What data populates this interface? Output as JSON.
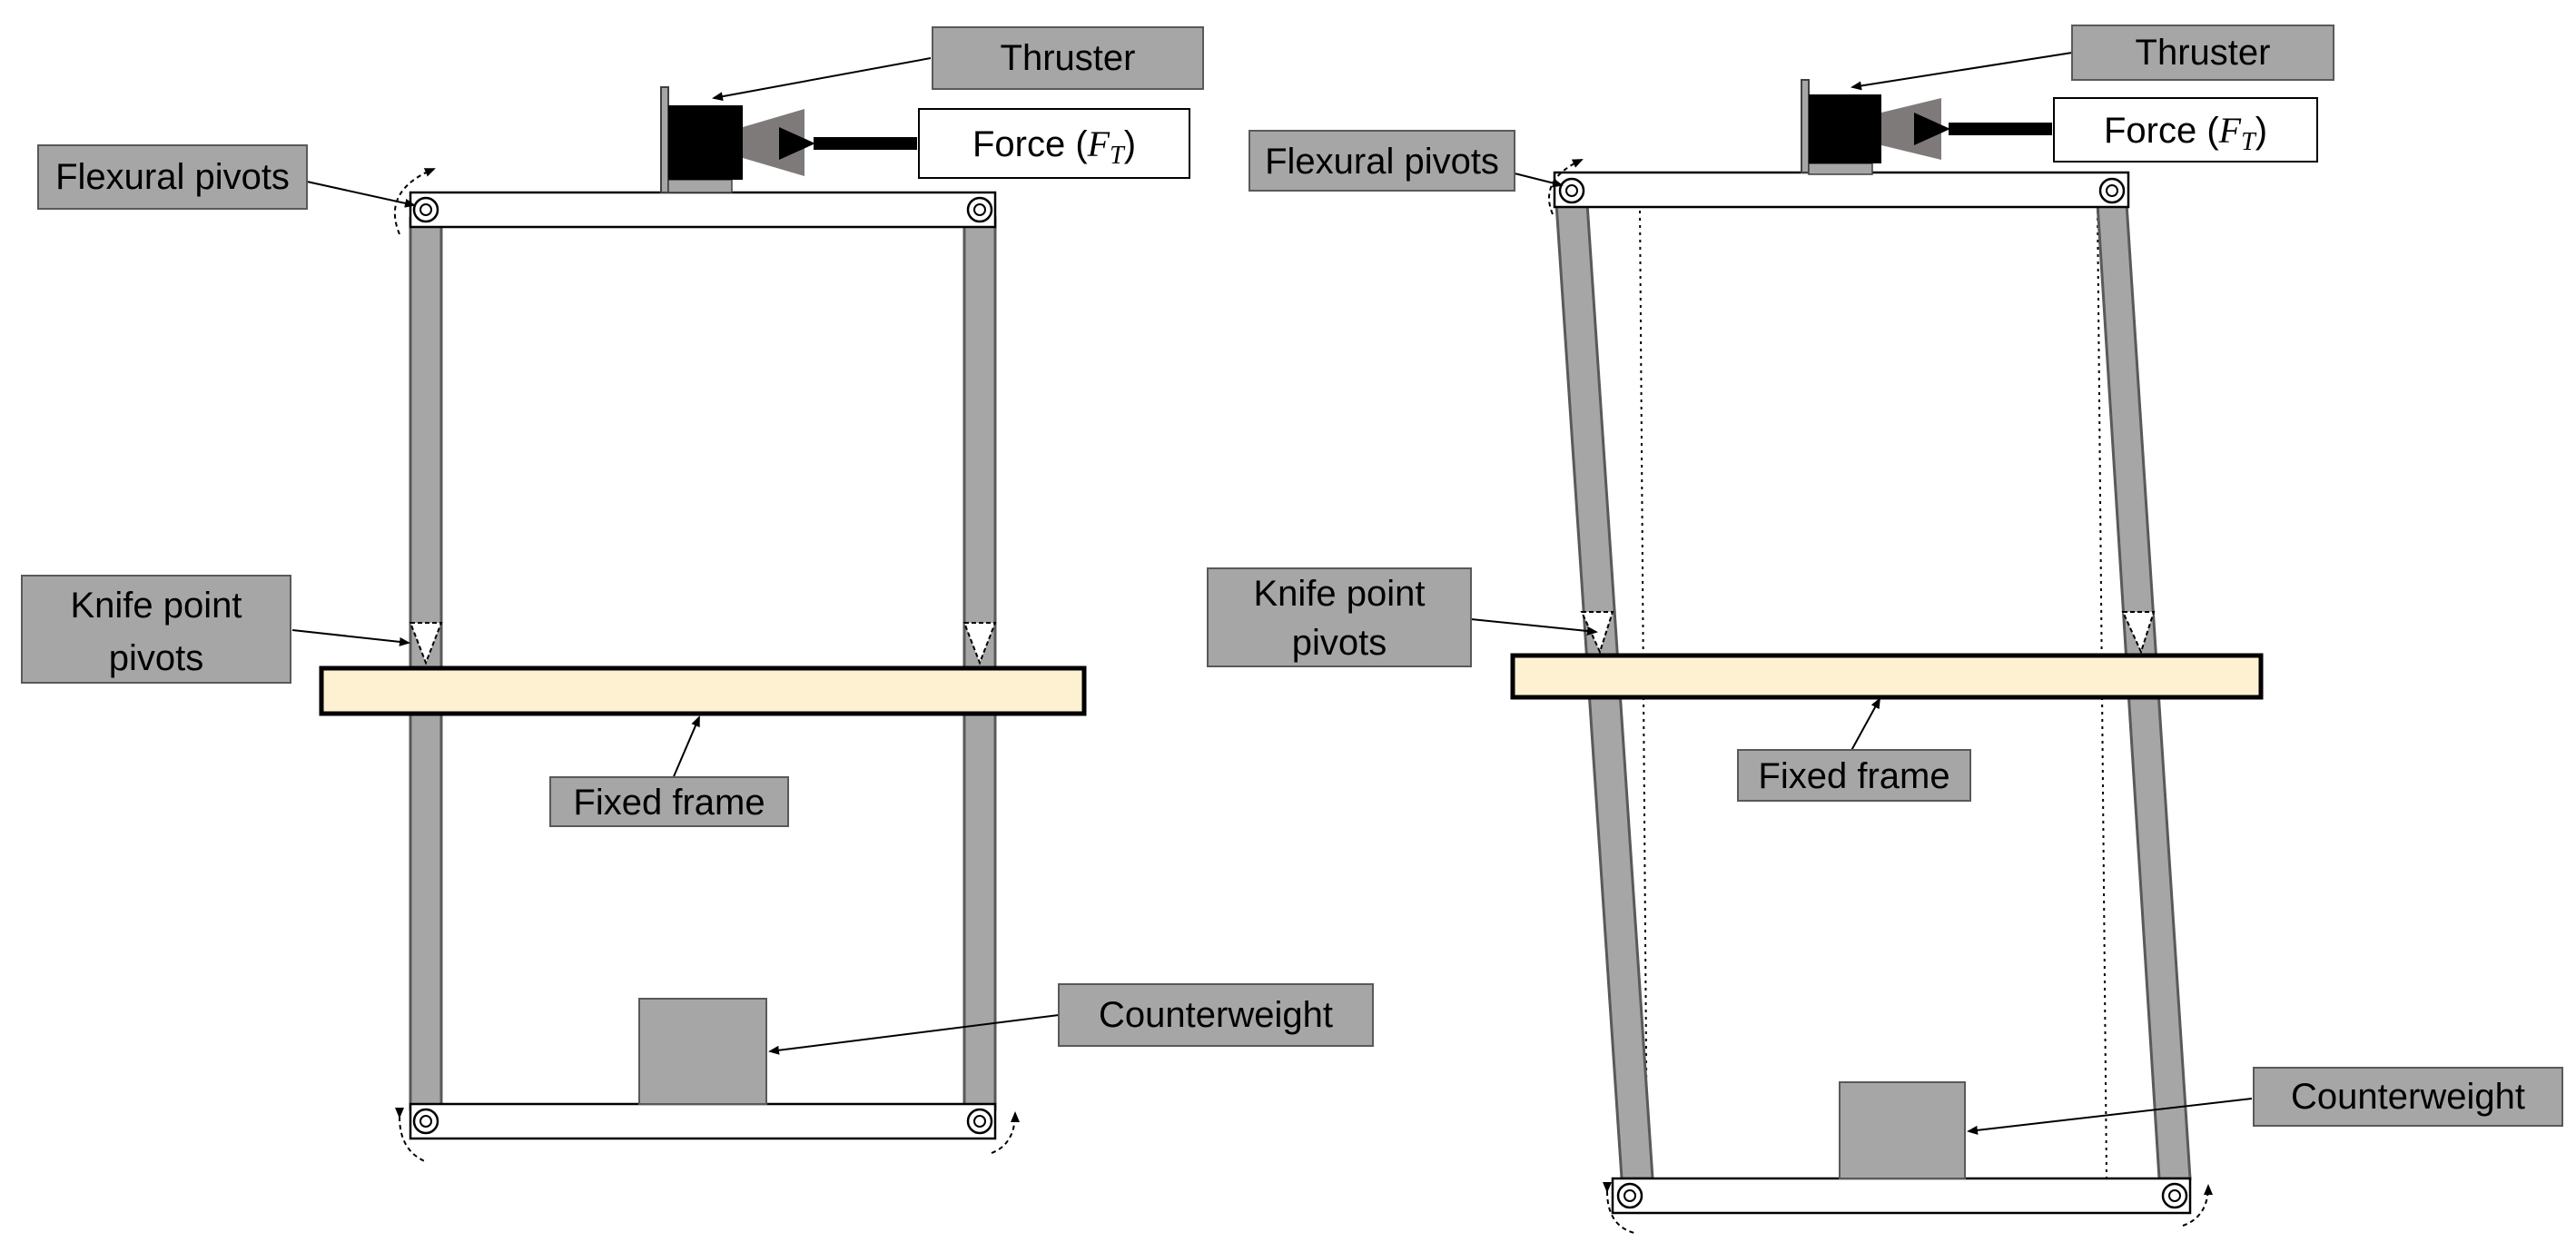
{
  "labels": {
    "thruster": "Thruster",
    "force_prefix": "Force (",
    "force_symbol": "F",
    "force_subscript": "T",
    "force_suffix": ")",
    "flexural_pivots": "Flexural pivots",
    "knife_point_line1": "Knife point",
    "knife_point_line2": "pivots",
    "fixed_frame": "Fixed frame",
    "counterweight": "Counterweight"
  },
  "colors": {
    "label_box": "#a6a6a6",
    "link_bar": "#a6a6a6",
    "link_edge": "#595959",
    "fixed_frame_fill": "#fdf1d2",
    "counterweight": "#a6a6a6",
    "thruster_body": "#000000",
    "thruster_nozzle": "#7f7a7a"
  }
}
